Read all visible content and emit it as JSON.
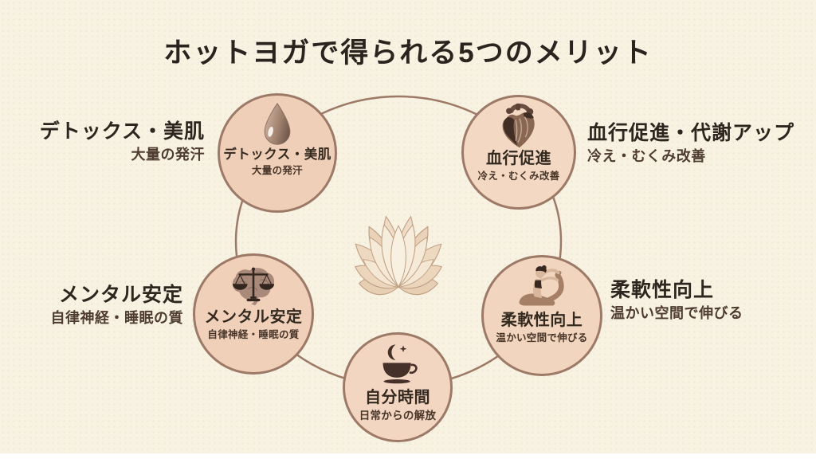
{
  "title": "ホットヨガで得られる5つのメリット",
  "nodes": [
    {
      "id": "detox",
      "label": "デトックス・美肌",
      "sublabel": "大量の発汗",
      "icon": "water-drop-icon"
    },
    {
      "id": "circulation",
      "label": "血行促進",
      "sublabel": "冷え・むくみ改善",
      "icon": "anatomical-heart-icon"
    },
    {
      "id": "mental",
      "label": "メンタル安定",
      "sublabel": "自律神経・睡眠の質",
      "icon": "brain-scales-icon"
    },
    {
      "id": "flexibility",
      "label": "柔軟性向上",
      "sublabel": "温かい空間で伸びる",
      "icon": "yoga-pose-icon"
    },
    {
      "id": "metime",
      "label": "自分時間",
      "sublabel": "日常からの解放",
      "icon": "cup-moon-icon"
    }
  ],
  "side_labels": [
    {
      "id": "detox",
      "title": "デトックス・美肌",
      "subtitle": "大量の発汗"
    },
    {
      "id": "circulation",
      "title": "血行促進・代謝アップ",
      "subtitle": "冷え・むくみ改善"
    },
    {
      "id": "mental",
      "title": "メンタル安定",
      "subtitle": "自律神経・睡眠の質"
    },
    {
      "id": "flexibility",
      "title": "柔軟性向上",
      "subtitle": "温かい空間で伸びる"
    }
  ],
  "center_illustration": "lotus-flower",
  "colors": {
    "background": "#f8f2e2",
    "title_text": "#2b231d",
    "node_border": "#9d7967",
    "node_fill": "#f1d2bc",
    "ring_line": "#9d7967",
    "label_text": "#33291f",
    "sublabel_text": "#4e3c30",
    "icon_dark_brown": "#46312a",
    "icon_mid_brown": "#8a6752",
    "lotus_cream": "#f6ecdb"
  }
}
